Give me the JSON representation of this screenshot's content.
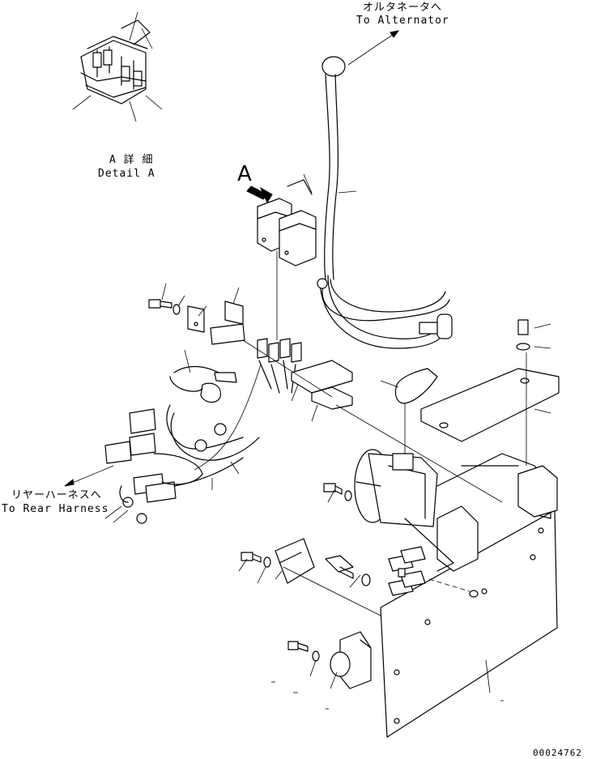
{
  "labels": {
    "to_alternator_jp": "オルタネータへ",
    "to_alternator_en": "To Alternator",
    "detail_jp": "A 詳 細",
    "detail_en": "Detail A",
    "view_marker": "A",
    "to_rear_harness_jp": "リヤーハーネスへ",
    "to_rear_harness_en": "To Rear Harness",
    "drawing_number": "00024762"
  }
}
